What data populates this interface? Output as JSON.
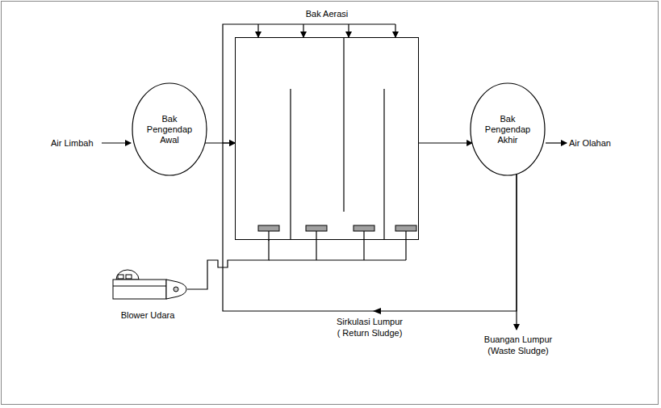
{
  "diagram": {
    "nodes": [
      {
        "text": [
          "Bak Pengendap Awal"
        ]
      },
      {
        "text": [
          "Bak Aerasi"
        ]
      },
      {
        "text": [
          "Bak Pengendap Akhir"
        ]
      },
      {
        "text": [
          "Blower Udara"
        ]
      }
    ],
    "edges": [
      {
        "from": 0,
        "to": 1,
        "arrow": "to"
      },
      {
        "from": 1,
        "to": 2,
        "arrow": "to"
      },
      {
        "from": 2,
        "to": 1,
        "arrow": "to",
        "label": "Sirkulasi Lumpur ( Return Sludge)"
      },
      {
        "from": 3,
        "to": 1,
        "arrow": "none"
      }
    ],
    "labels": [
      "Air Limbah",
      "Air Olahan",
      "Buangan Lumpur (Waste Sludge)"
    ]
  }
}
